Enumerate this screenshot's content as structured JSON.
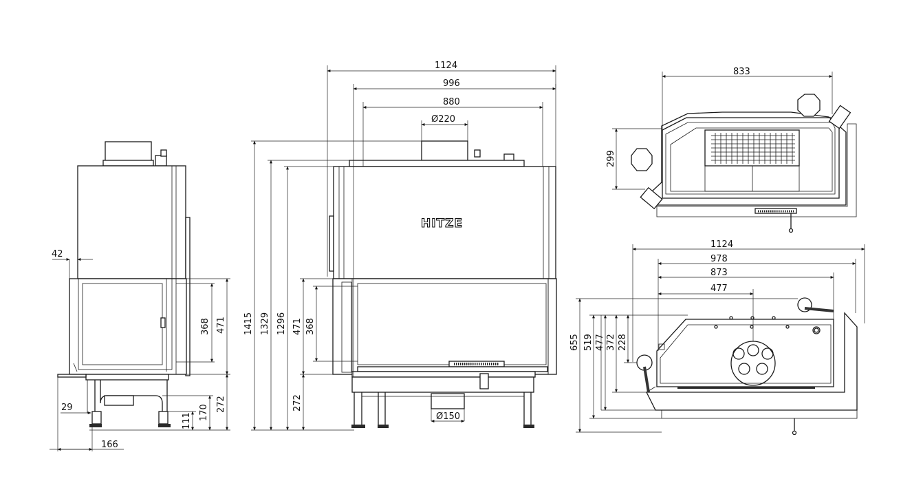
{
  "brand": "HITZE",
  "dimensions": {
    "side_42": "42",
    "side_368": "368",
    "side_471": "471",
    "side_29": "29",
    "side_111": "111",
    "side_170": "170",
    "side_272": "272",
    "side_166": "166",
    "front_1124": "1124",
    "front_996": "996",
    "front_880": "880",
    "front_flue": "Ø220",
    "front_1415": "1415",
    "front_1329": "1329",
    "front_1296": "1296",
    "front_471": "471",
    "front_368": "368",
    "front_272": "272",
    "front_air": "Ø150",
    "top_833": "833",
    "top_299": "299",
    "plan_1124": "1124",
    "plan_978": "978",
    "plan_873": "873",
    "plan_477": "477",
    "plan_655": "655",
    "plan_519": "519",
    "plan_477v": "477",
    "plan_372": "372",
    "plan_228": "228"
  }
}
